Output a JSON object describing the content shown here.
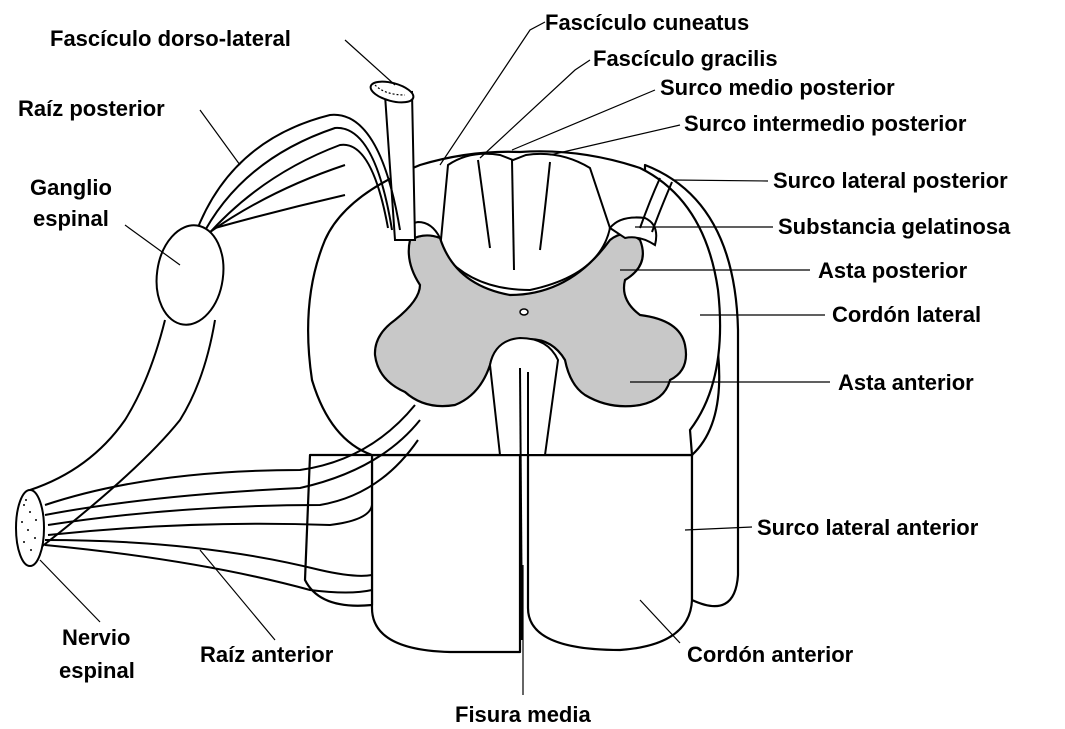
{
  "labels": {
    "fasciculo_cuneatus": "Fascículo cuneatus",
    "fasciculo_dorso_lateral": "Fascículo dorso-lateral",
    "fasciculo_gracilis": "Fascículo gracilis",
    "surco_medio_posterior": "Surco medio posterior",
    "raiz_posterior": "Raíz posterior",
    "surco_intermedio_posterior": "Surco intermedio posterior",
    "ganglio_espinal_1": "Ganglio",
    "ganglio_espinal_2": "espinal",
    "surco_lateral_posterior": "Surco lateral posterior",
    "substancia_gelatinosa": "Substancia gelatinosa",
    "asta_posterior": "Asta posterior",
    "cordon_lateral": "Cordón lateral",
    "asta_anterior": "Asta anterior",
    "surco_lateral_anterior": "Surco lateral anterior",
    "nervio_espinal_1": "Nervio",
    "nervio_espinal_2": "espinal",
    "raiz_anterior": "Raíz anterior",
    "cordon_anterior": "Cordón anterior",
    "fisura_media": "Fisura media"
  },
  "colors": {
    "gray_matter": "#c8c8c8",
    "line": "#000000",
    "background": "#ffffff"
  }
}
